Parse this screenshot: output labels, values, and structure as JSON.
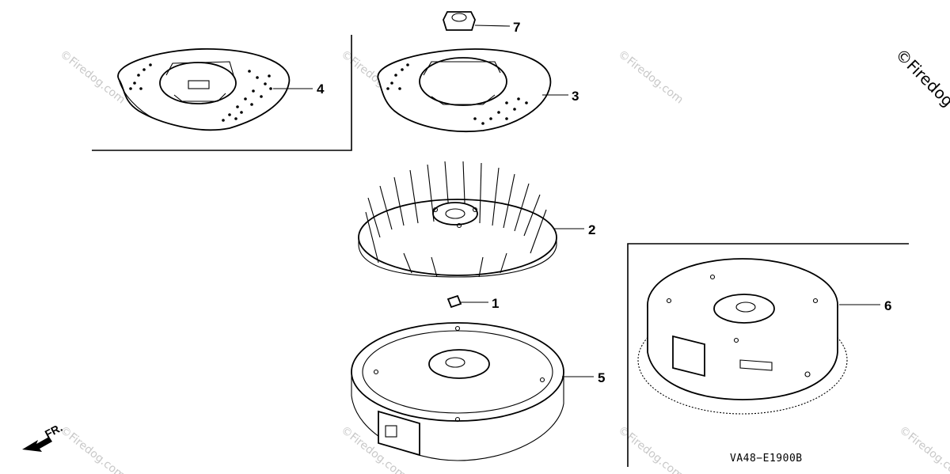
{
  "callouts": {
    "p1": "1",
    "p2": "2",
    "p3": "3",
    "p4": "4",
    "p5": "5",
    "p6": "6",
    "p7": "7"
  },
  "diagram_code": "VA48−E1900B",
  "front_label": "FR.",
  "watermark": "©Firedog.com",
  "watermark_corner": "©Firedog"
}
